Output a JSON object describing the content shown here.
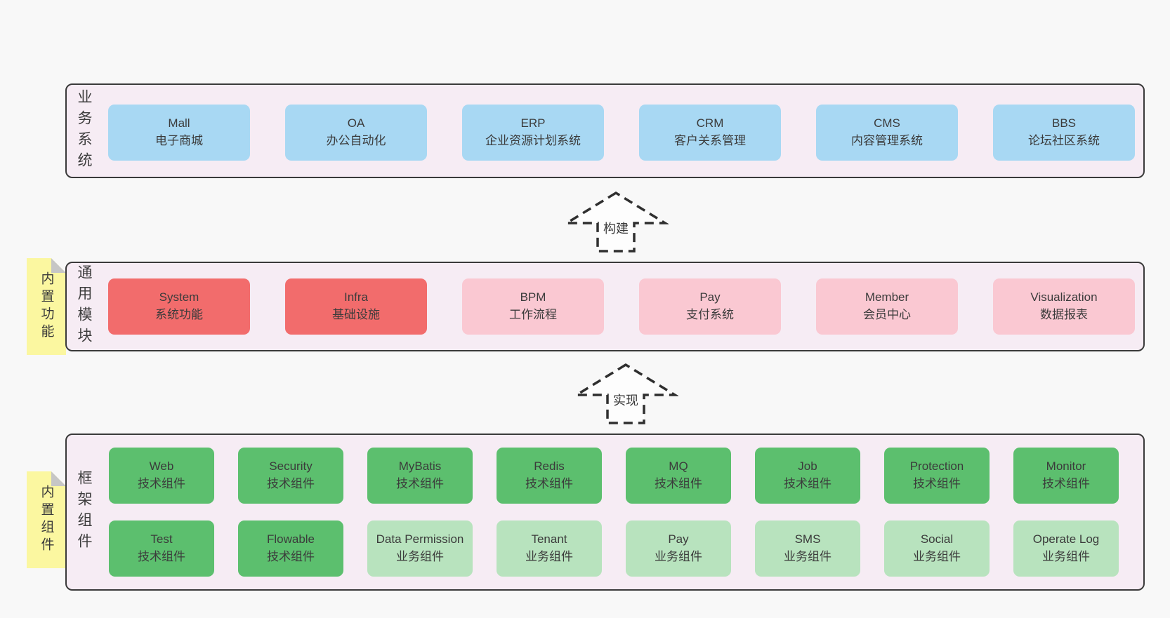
{
  "diagram": {
    "colors": {
      "blue": "#a8d8f3",
      "red": "#f26c6c",
      "pink": "#fac8d2",
      "green": "#5cbf6e",
      "lightgreen": "#b8e3be",
      "container_bg": "#f6ecf4",
      "sticky_yellow": "#fbf7a0",
      "border_dark": "#3a3a3a"
    },
    "arrows": [
      {
        "label": "构建"
      },
      {
        "label": "实现"
      }
    ],
    "layers": [
      {
        "label": "业务系统",
        "sticky": "",
        "rows": [
          [
            {
              "title": "Mall",
              "subtitle": "电子商城",
              "color": "blue"
            },
            {
              "title": "OA",
              "subtitle": "办公自动化",
              "color": "blue"
            },
            {
              "title": "ERP",
              "subtitle": "企业资源计划系统",
              "color": "blue"
            },
            {
              "title": "CRM",
              "subtitle": "客户关系管理",
              "color": "blue"
            },
            {
              "title": "CMS",
              "subtitle": "内容管理系统",
              "color": "blue"
            },
            {
              "title": "BBS",
              "subtitle": "论坛社区系统",
              "color": "blue"
            }
          ]
        ]
      },
      {
        "label": "通用模块",
        "sticky": "内置功能",
        "rows": [
          [
            {
              "title": "System",
              "subtitle": "系统功能",
              "color": "red"
            },
            {
              "title": "Infra",
              "subtitle": "基础设施",
              "color": "red"
            },
            {
              "title": "BPM",
              "subtitle": "工作流程",
              "color": "pink"
            },
            {
              "title": "Pay",
              "subtitle": "支付系统",
              "color": "pink"
            },
            {
              "title": "Member",
              "subtitle": "会员中心",
              "color": "pink"
            },
            {
              "title": "Visualization",
              "subtitle": "数据报表",
              "color": "pink"
            }
          ]
        ]
      },
      {
        "label": "框架组件",
        "sticky": "内置组件",
        "rows": [
          [
            {
              "title": "Web",
              "subtitle": "技术组件",
              "color": "green"
            },
            {
              "title": "Security",
              "subtitle": "技术组件",
              "color": "green"
            },
            {
              "title": "MyBatis",
              "subtitle": "技术组件",
              "color": "green"
            },
            {
              "title": "Redis",
              "subtitle": "技术组件",
              "color": "green"
            },
            {
              "title": "MQ",
              "subtitle": "技术组件",
              "color": "green"
            },
            {
              "title": "Job",
              "subtitle": "技术组件",
              "color": "green"
            },
            {
              "title": "Protection",
              "subtitle": "技术组件",
              "color": "green"
            },
            {
              "title": "Monitor",
              "subtitle": "技术组件",
              "color": "green"
            }
          ],
          [
            {
              "title": "Test",
              "subtitle": "技术组件",
              "color": "green"
            },
            {
              "title": "Flowable",
              "subtitle": "技术组件",
              "color": "green"
            },
            {
              "title": "Data Permission",
              "subtitle": "业务组件",
              "color": "lightgreen"
            },
            {
              "title": "Tenant",
              "subtitle": "业务组件",
              "color": "lightgreen"
            },
            {
              "title": "Pay",
              "subtitle": "业务组件",
              "color": "lightgreen"
            },
            {
              "title": "SMS",
              "subtitle": "业务组件",
              "color": "lightgreen"
            },
            {
              "title": "Social",
              "subtitle": "业务组件",
              "color": "lightgreen"
            },
            {
              "title": "Operate Log",
              "subtitle": "业务组件",
              "color": "lightgreen"
            }
          ]
        ]
      }
    ]
  }
}
